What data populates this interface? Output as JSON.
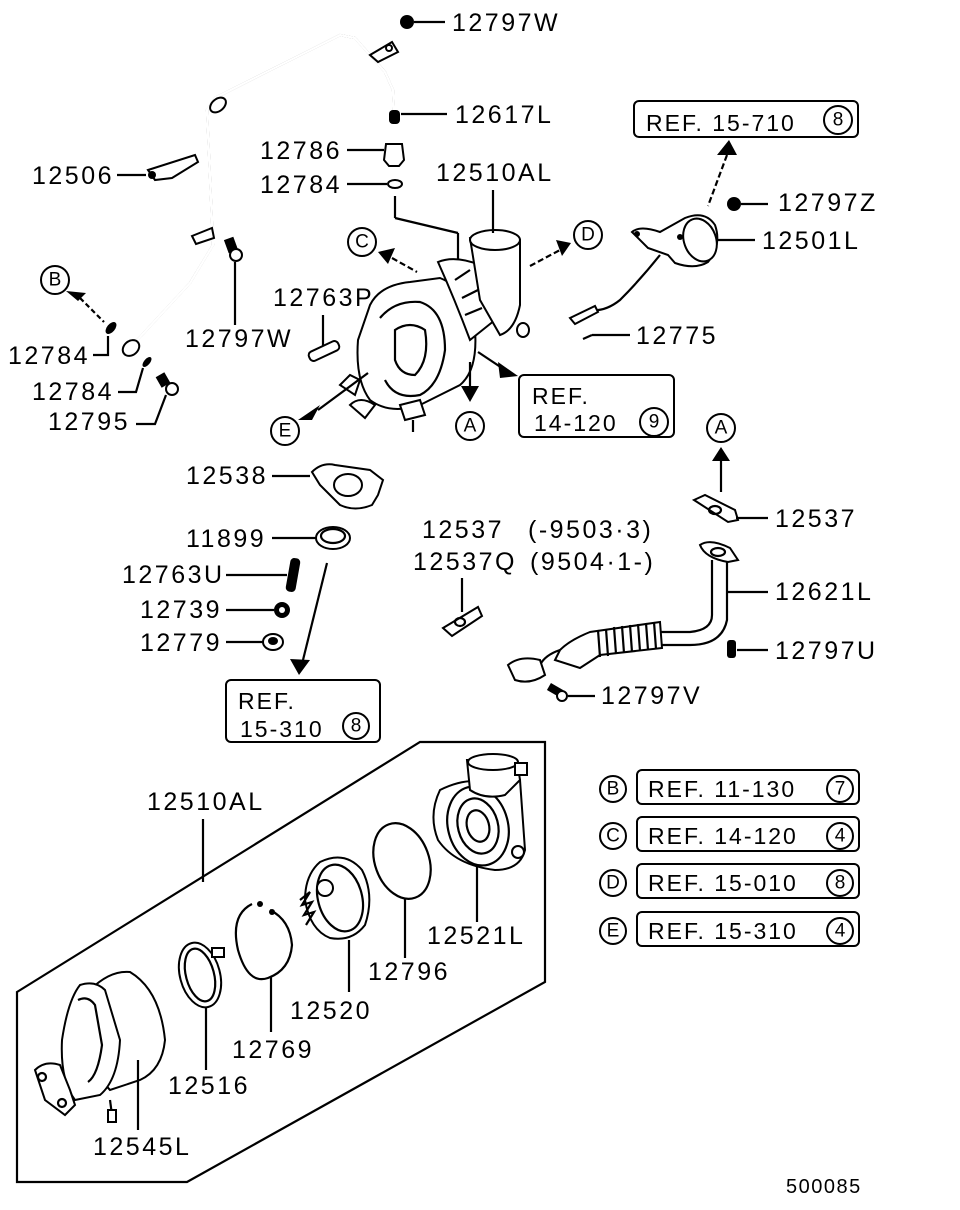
{
  "diagram": {
    "title": "Turbocharger exploded parts diagram",
    "diagram_code": "500085",
    "part_labels": {
      "p12797W_top": "12797W",
      "p12617L": "12617L",
      "p12786": "12786",
      "p12784_a": "12784",
      "p12510AL_top": "12510AL",
      "p12506": "12506",
      "p12797Z": "12797Z",
      "p12501L": "12501L",
      "p12763P": "12763P",
      "p12784_b": "12784",
      "p12797W_mid": "12797W",
      "p12784_c": "12784",
      "p12795": "12795",
      "p12775": "12775",
      "p12538": "12538",
      "p11899": "11899",
      "p12763U": "12763U",
      "p12739": "12739",
      "p12779": "12779",
      "p12537_right": "12537",
      "p12537_note": "12537",
      "p12537Q_note": "12537Q",
      "p12537_range": "(-9503·3)",
      "p12537Q_range": "(9504·1-)",
      "p12621L": "12621L",
      "p12797U": "12797U",
      "p12797V": "12797V",
      "p12510AL_box": "12510AL",
      "p12521L": "12521L",
      "p12796": "12796",
      "p12520": "12520",
      "p12769": "12769",
      "p12516": "12516",
      "p12545L": "12545L"
    },
    "ref_boxes": {
      "r15710": {
        "text": "REF. 15-710",
        "badge": "8"
      },
      "r14120": {
        "line1": "REF.",
        "line2": "14-120",
        "badge": "9"
      },
      "r15310": {
        "line1": "REF.",
        "line2": "15-310",
        "badge": "8"
      }
    },
    "callouts": {
      "A1": "A",
      "A2": "A",
      "B": "B",
      "C": "C",
      "D": "D",
      "E": "E"
    },
    "legend": [
      {
        "key": "B",
        "ref": "REF. 11-130",
        "badge": "7"
      },
      {
        "key": "C",
        "ref": "REF. 14-120",
        "badge": "4"
      },
      {
        "key": "D",
        "ref": "REF. 15-010",
        "badge": "8"
      },
      {
        "key": "E",
        "ref": "REF. 15-310",
        "badge": "4"
      }
    ]
  }
}
